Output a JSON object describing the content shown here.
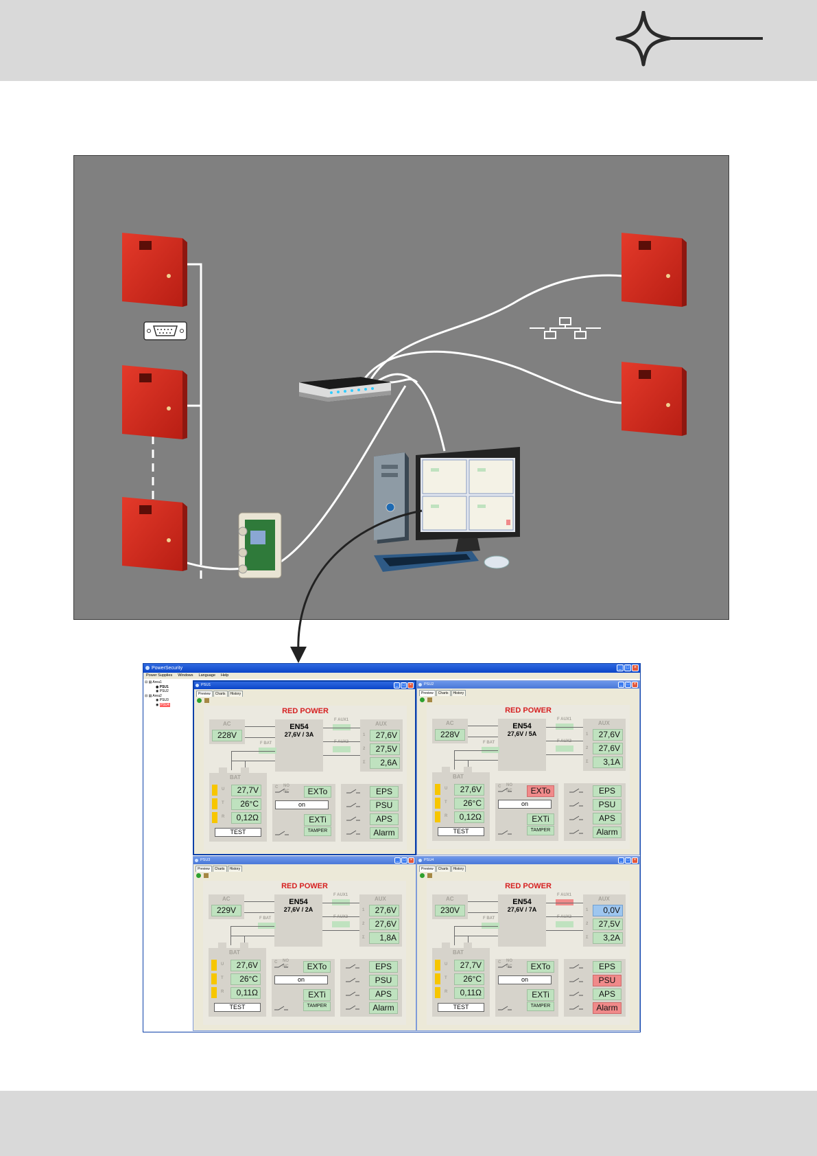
{
  "app": {
    "title": "PowerSecurity",
    "menu": [
      "Power Supplies",
      "Windows",
      "Language",
      "Help"
    ],
    "tree": [
      {
        "label": "Area1",
        "level": 0
      },
      {
        "label": "PSU1",
        "level": 1,
        "selected": true
      },
      {
        "label": "PSU2",
        "level": 1
      },
      {
        "label": "Area2",
        "level": 0
      },
      {
        "label": "PSU3",
        "level": 1
      },
      {
        "label": "PSU4",
        "level": 1,
        "alarm": true
      }
    ]
  },
  "colors": {
    "brand_red": "#d62020",
    "value_ok": "#bfe2bf",
    "value_alarm": "#f08a8a",
    "value_low": "#9ec6ef",
    "battery_indicator": "#f7c600",
    "window_title": "#0b45c8"
  },
  "common": {
    "tabs": [
      "Preview",
      "Charts",
      "History"
    ],
    "brand": "RED POWER",
    "model": "EN54",
    "ac_label": "AC",
    "bat_label": "BAT",
    "aux_label": "AUX",
    "fbat_label": "F BAT",
    "faux1_label": "F AUX1",
    "faux2_label": "F AUX2",
    "u": "U",
    "t": "T",
    "r": "R",
    "aux_rows": [
      "1",
      "2",
      "Σ"
    ],
    "test": "TEST",
    "on": "on",
    "exto": "EXTo",
    "exti": "EXTi",
    "tamper": "TAMPER",
    "c": "C",
    "no": "NO",
    "nc": "NC",
    "eps": "EPS",
    "psu": "PSU",
    "aps": "APS",
    "alarm": "Alarm"
  },
  "psus": [
    {
      "title": "PSU1",
      "rating": "27,6V / 3A",
      "ac": "228V",
      "bat_u": "27,7V",
      "bat_t": "26°C",
      "bat_r": "0,12Ω",
      "aux1": "27,6V",
      "aux2": "27,5V",
      "aux_sum": "2,6A",
      "exto_alarm": false,
      "psu_alarm": false,
      "alarm_alarm": false,
      "aux1_low": false,
      "faux1_alarm": false,
      "active": true
    },
    {
      "title": "PSU2",
      "rating": "27,6V / 5A",
      "ac": "228V",
      "bat_u": "27,6V",
      "bat_t": "26°C",
      "bat_r": "0,12Ω",
      "aux1": "27,6V",
      "aux2": "27,6V",
      "aux_sum": "3,1A",
      "exto_alarm": true,
      "psu_alarm": false,
      "alarm_alarm": false,
      "aux1_low": false,
      "faux1_alarm": false,
      "active": false
    },
    {
      "title": "PSU3",
      "rating": "27,6V / 2A",
      "ac": "229V",
      "bat_u": "27,6V",
      "bat_t": "26°C",
      "bat_r": "0,11Ω",
      "aux1": "27,6V",
      "aux2": "27,6V",
      "aux_sum": "1,8A",
      "exto_alarm": false,
      "psu_alarm": false,
      "alarm_alarm": false,
      "aux1_low": false,
      "faux1_alarm": false,
      "active": false
    },
    {
      "title": "PSU4",
      "rating": "27,6V / 7A",
      "ac": "230V",
      "bat_u": "27,7V",
      "bat_t": "26°C",
      "bat_r": "0,11Ω",
      "aux1": "0,0V",
      "aux2": "27,5V",
      "aux_sum": "3,2A",
      "exto_alarm": false,
      "psu_alarm": true,
      "alarm_alarm": true,
      "aux1_low": true,
      "faux1_alarm": true,
      "active": false
    }
  ]
}
